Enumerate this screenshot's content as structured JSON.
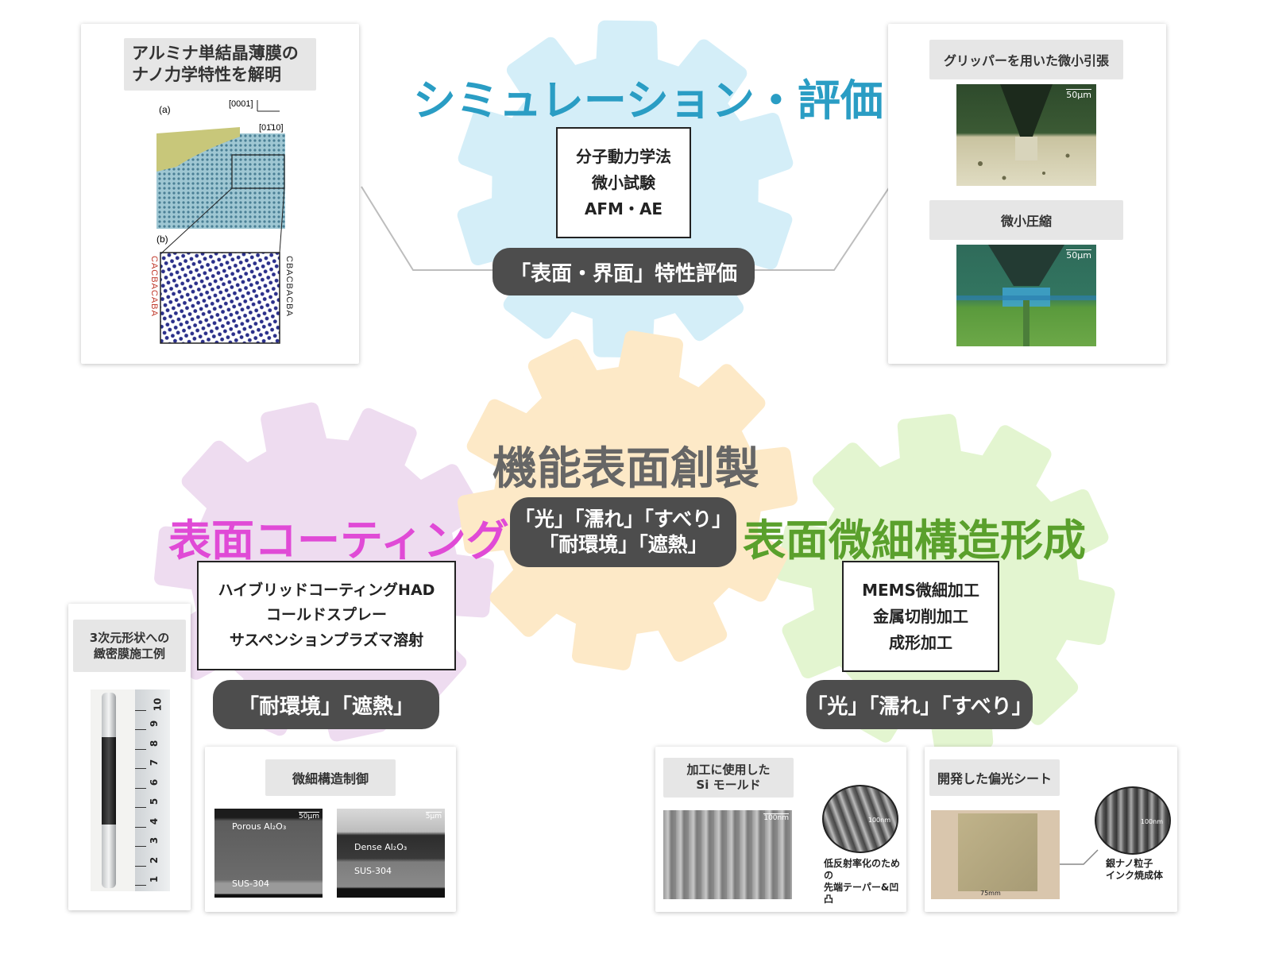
{
  "gears": {
    "top_color": "#d4eef8",
    "center_color": "#fde9c7",
    "left_color": "#eedcf0",
    "right_color": "#e3f5d0"
  },
  "center": {
    "title": "機能表面創製",
    "pill_line1": "「光」「濡れ」「すべり」",
    "pill_line2": "「耐環境」「遮熱」",
    "title_color": "#666666"
  },
  "top": {
    "title": "シミュレーション・評価",
    "title_color": "#2a9dc4",
    "methods": [
      "分子動力学法",
      "微小試験",
      "AFM・AE"
    ],
    "pill": "「表面・界面」特性評価"
  },
  "left": {
    "title": "表面コーティング",
    "title_color": "#e04ad6",
    "methods": [
      "ハイブリッドコーティングHAD",
      "コールドスプレー",
      "サスペンションプラズマ溶射"
    ],
    "pill": "「耐環境」「遮熱」"
  },
  "right": {
    "title": "表面微細構造形成",
    "title_color": "#5aa02c",
    "methods": [
      "MEMS微細加工",
      "金属切削加工",
      "成形加工"
    ],
    "pill": "「光」「濡れ」「すべり」"
  },
  "panel_alumina": {
    "caption_line1": "アルミナ単結晶薄膜の",
    "caption_line2": "ナノ力学特性を解明",
    "label_a": "(a)",
    "label_b": "(b)",
    "axis_up": "[0001]",
    "axis_right": "[01̄10]",
    "stack_left": "CACBACABA",
    "stack_right": "CBACBACBA"
  },
  "panel_gripper": {
    "caption1": "グリッパーを用いた微小引張",
    "caption2": "微小圧縮",
    "scale1": "50μm",
    "scale2": "50μm"
  },
  "panel_3d": {
    "caption_line1": "3次元形状への",
    "caption_line2": "緻密膜施工例",
    "ruler_numbers": [
      "1",
      "2",
      "3",
      "4",
      "5",
      "6",
      "7",
      "8",
      "9",
      "10"
    ]
  },
  "panel_micro": {
    "caption": "微細構造制御",
    "img1_top": "Porous Al₂O₃",
    "img1_bottom": "SUS-304",
    "img1_scale": "50μm",
    "img2_top": "Dense Al₂O₃",
    "img2_bottom": "SUS-304",
    "img2_scale": "5μm"
  },
  "panel_si": {
    "caption_line1": "加工に使用した",
    "caption_line2": "Si モールド",
    "scale": "100nm",
    "zoom_scale": "100nm",
    "note_line1": "低反射率化のための",
    "note_line2": "先端テーパー&凹凸"
  },
  "panel_sheet": {
    "caption": "開発した偏光シート",
    "scale": "75mm",
    "zoom_scale": "100nm",
    "note_line1": "銀ナノ粒子",
    "note_line2": "インク焼成体"
  }
}
